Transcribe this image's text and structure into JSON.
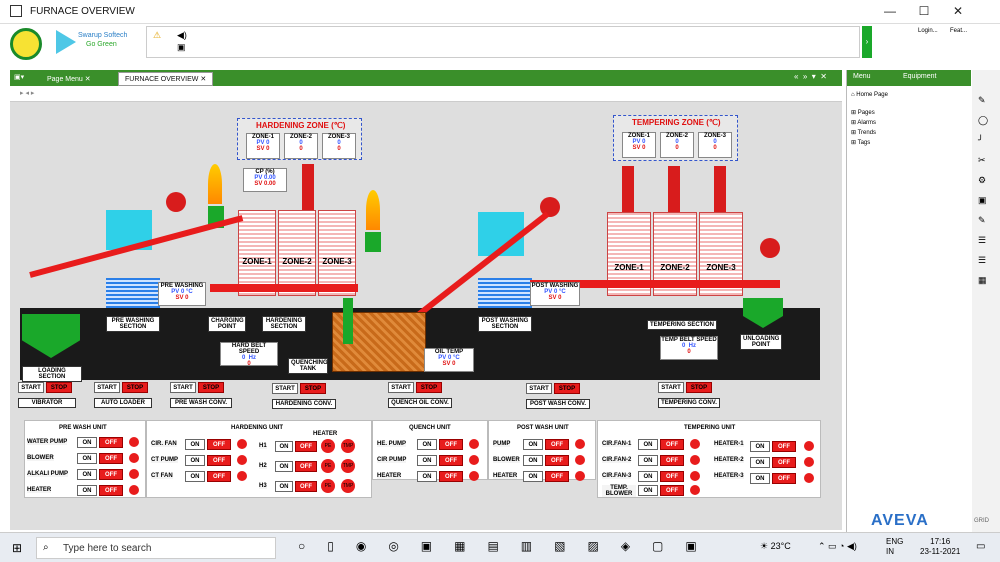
{
  "window": {
    "title": "FURNACE OVERVIEW",
    "min": "—",
    "max": "☐",
    "close": "✕"
  },
  "toolbar": {
    "brand1": "Swarup Softech",
    "brand2": "Go Green",
    "login": "Login...",
    "feat": "Feat..."
  },
  "tabs": {
    "menu_tab": "Page Menu",
    "overview_tab": "FURNACE OVERVIEW"
  },
  "rpanel": {
    "tab_menu": "Menu",
    "tab_equipment": "Equipment",
    "home": "Home Page",
    "items": [
      "Pages",
      "Alarms",
      "Trends",
      "Tags"
    ],
    "brand": "AVEVA"
  },
  "hardening": {
    "title": "HARDENING ZONE (℃)",
    "zones": [
      {
        "name": "ZONE-1",
        "pv": "0",
        "sv": "0"
      },
      {
        "name": "ZONE-2",
        "pv": "0",
        "sv": "0"
      },
      {
        "name": "ZONE-3",
        "pv": "0",
        "sv": "0"
      }
    ],
    "cp": "CP (%)",
    "cp_pv": "0.00",
    "cp_sv": "0.00"
  },
  "tempering": {
    "title": "TEMPERING ZONE (℃)",
    "zones": [
      {
        "name": "ZONE-1",
        "pv": "0",
        "sv": "0"
      },
      {
        "name": "ZONE-2",
        "pv": "0",
        "sv": "0"
      },
      {
        "name": "ZONE-3",
        "pv": "0",
        "sv": "0"
      }
    ]
  },
  "labels": {
    "pv": "PV",
    "sv": "SV",
    "deg": "°C",
    "hz": "Hz",
    "pre_wash": "PRE WASHING",
    "post_wash": "POST WASHING",
    "pre_wash_sec": "PRE WASHING SECTION",
    "charging": "CHARGING POINT",
    "hard_sec": "HARDENING SECTION",
    "post_wash_sec": "POST WASHING SECTION",
    "temp_sec": "TEMPERING SECTION",
    "loading": "LOADING SECTION",
    "unloading": "UNLOADING POINT",
    "hard_belt": "HARD BELT SPEED",
    "temp_belt": "TEMP BELT SPEED",
    "quench_tank": "QUENCHING TANK",
    "oil_temp": "OIL TEMP",
    "zero": "0",
    "grid": "GRID"
  },
  "drives": [
    {
      "name": "VIBRATOR",
      "start": "START",
      "stop": "STOP"
    },
    {
      "name": "AUTO LOADER",
      "start": "START",
      "stop": "STOP"
    },
    {
      "name": "PRE WASH CONV.",
      "start": "START",
      "stop": "STOP"
    },
    {
      "name": "HARDENING CONV.",
      "start": "START",
      "stop": "STOP"
    },
    {
      "name": "QUENCH OIL CONV.",
      "start": "START",
      "stop": "STOP"
    },
    {
      "name": "POST WASH CONV.",
      "start": "START",
      "stop": "STOP"
    },
    {
      "name": "TEMPERING CONV.",
      "start": "START",
      "stop": "STOP"
    }
  ],
  "units": {
    "pre_wash": {
      "title": "PRE WASH UNIT",
      "rows": [
        "WATER PUMP",
        "BLOWER",
        "ALKALI PUMP",
        "HEATER"
      ]
    },
    "hardening": {
      "title": "HARDENING UNIT",
      "rows": [
        "CIR. FAN",
        "CT PUMP",
        "CT FAN"
      ],
      "heater_title": "HEATER",
      "heaters": [
        "H1",
        "H2",
        "H3"
      ],
      "pe": "PE",
      "tmp": "TMP"
    },
    "quench": {
      "title": "QUENCH UNIT",
      "rows": [
        "HE. PUMP",
        "CIR PUMP",
        "HEATER"
      ]
    },
    "post_wash": {
      "title": "POST WASH UNIT",
      "rows": [
        "PUMP",
        "BLOWER",
        "HEATER"
      ]
    },
    "tempering": {
      "title": "TEMPERING UNIT",
      "rows": [
        "CIR.FAN-1",
        "CIR.FAN-2",
        "CIR.FAN-3",
        "TEMP. BLOWER"
      ],
      "heaters": [
        "HEATER-1",
        "HEATER-2",
        "HEATER-3"
      ]
    },
    "on": "ON",
    "off": "OFF"
  },
  "taskbar": {
    "search": "Type here to search",
    "temp": "23°C",
    "lang1": "ENG",
    "lang2": "IN",
    "time": "17:16",
    "date": "23-11-2021"
  },
  "colors": {
    "accent": "#3a8f2a",
    "alarm": "#e81c1c",
    "pv": "#3355ff"
  }
}
